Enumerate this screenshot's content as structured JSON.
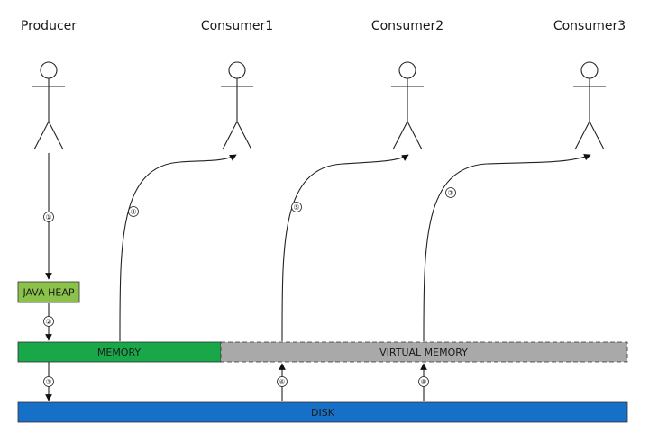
{
  "actors": [
    {
      "id": "producer",
      "label": "Producer"
    },
    {
      "id": "consumer1",
      "label": "Consumer1"
    },
    {
      "id": "consumer2",
      "label": "Consumer2"
    },
    {
      "id": "consumer3",
      "label": "Consumer3"
    }
  ],
  "boxes": {
    "java_heap": {
      "label": "JAVA HEAP",
      "color": "#8bc34a"
    },
    "memory": {
      "label": "MEMORY",
      "color": "#18a84a"
    },
    "virtual_memory": {
      "label": "VIRTUAL MEMORY",
      "color": "#a9a9a9"
    },
    "disk": {
      "label": "DISK",
      "color": "#1670c8"
    }
  },
  "steps": [
    "①",
    "②",
    "③",
    "④",
    "⑤",
    "⑥",
    "⑦",
    "⑧"
  ]
}
